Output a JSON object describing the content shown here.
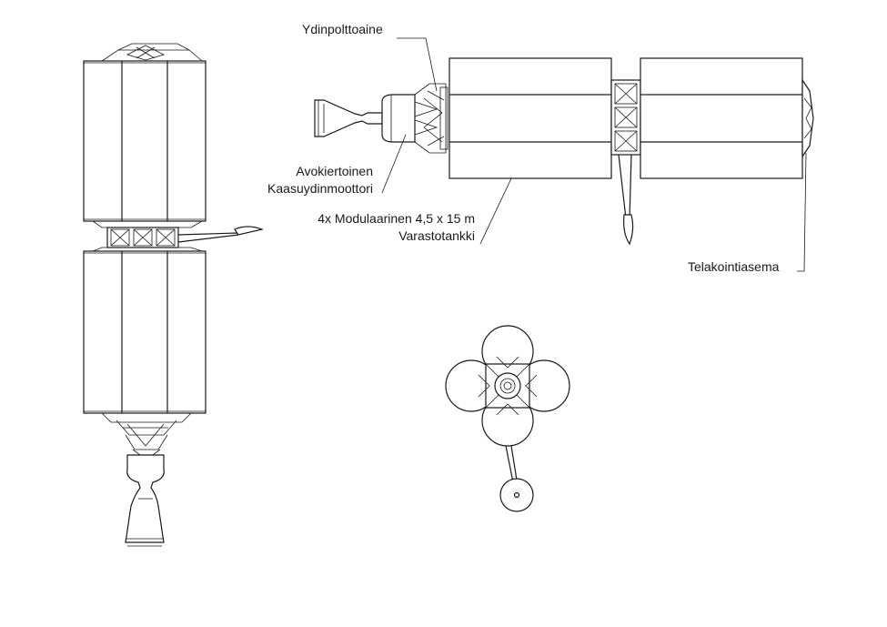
{
  "labels": {
    "fuel": "Ydinpolttoaine",
    "engine_line1": "Avokiertoinen",
    "engine_line2": "Kaasuydinmoottori",
    "tank_line1": "4x Modulaarinen 4,5 x 15 m",
    "tank_line2": "Varastotankki",
    "docking": "Telakointiasema"
  },
  "colors": {
    "line": "#1a1a1a",
    "background": "#ffffff"
  }
}
